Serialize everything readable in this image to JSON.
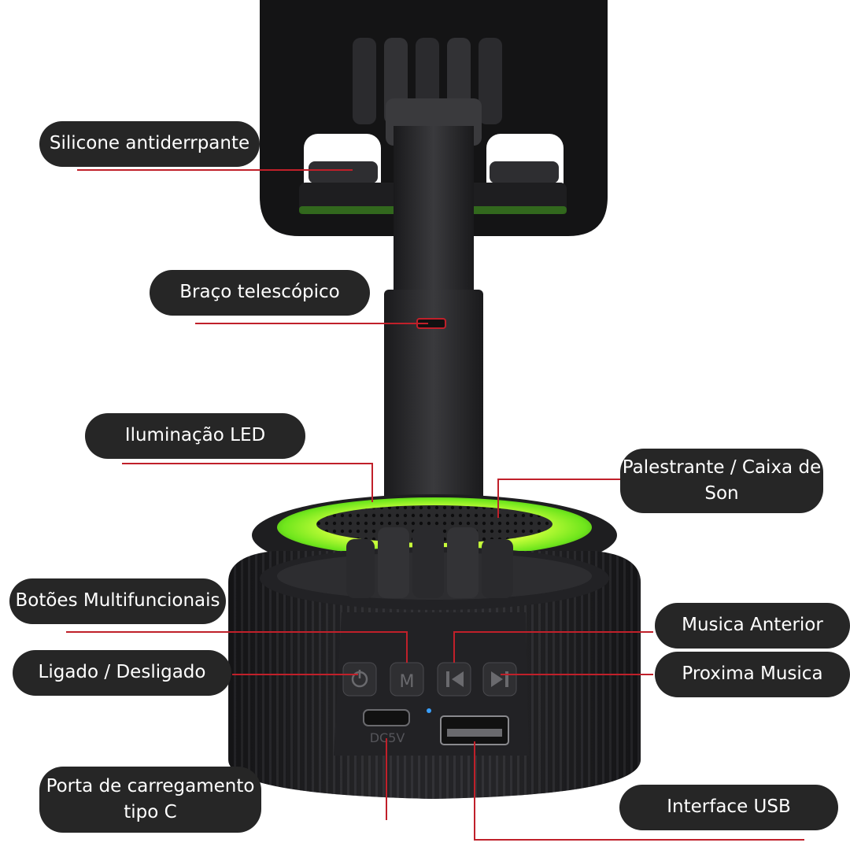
{
  "colors": {
    "pill_bg": "#262626",
    "pill_text": "#ffffff",
    "leader_line": "#c0202a",
    "led_glow": "#7ff022",
    "device_body": "#1c1c1e"
  },
  "device": {
    "port_label": "DC5V",
    "power_icon": "power-icon",
    "mode_icon": "M",
    "prev_icon": "previous-track-icon",
    "next_icon": "next-track-icon"
  },
  "labels": {
    "silicone": "Silicone antiderrpante",
    "arm": "Braço telescópico",
    "led": "Iluminação LED",
    "speaker": "Palestrante / Caixa de Son",
    "buttons": "Botões Multifuncionais",
    "power": "Ligado / Desligado",
    "prev": "Musica Anterior",
    "next": "Proxima Musica",
    "typec": "Porta de carregamento tipo C",
    "usb": "Interface USB"
  }
}
